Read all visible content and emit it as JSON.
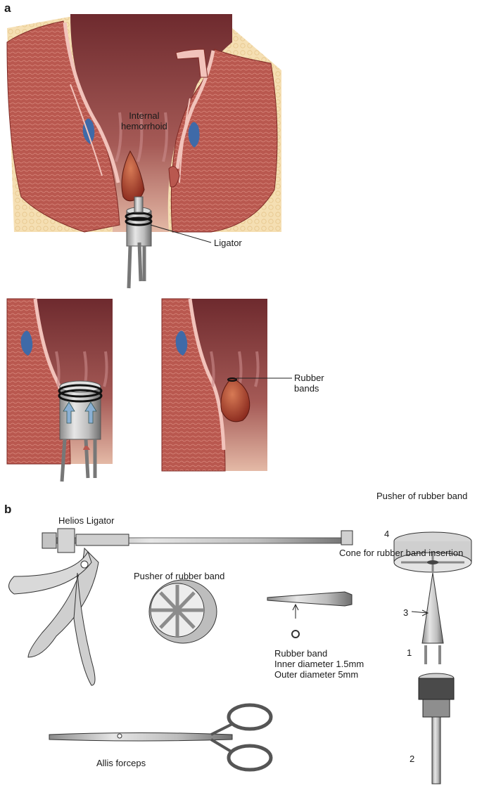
{
  "panel_a": {
    "letter": "a",
    "internal_hemorrhoid_line1": "Internal",
    "internal_hemorrhoid_line2": "hemorrhoid",
    "ligator": "Ligator",
    "rubber_bands_line1": "Rubber",
    "rubber_bands_line2": "bands"
  },
  "panel_b": {
    "letter": "b",
    "helios_ligator": "Helios Ligator",
    "pusher_center": "Pusher of rubber band",
    "pusher_right": "Pusher of rubber band",
    "cone": "Cone for rubber band insertion",
    "rubber_band_line1": "Rubber band",
    "rubber_band_line2": "Inner diameter 1.5mm",
    "rubber_band_line3": "Outer diameter 5mm",
    "allis_forceps": "Allis forceps",
    "num_4": "4",
    "num_3": "3",
    "num_1": "1",
    "num_2": "2"
  },
  "colors": {
    "tissue": "#b9584f",
    "tissue_dark": "#7e2a25",
    "fat": "#f3d9a8",
    "lumen": "#8a3a3a",
    "vein": "#3f6aa8",
    "metal": "#c9c9c9",
    "metal_dark": "#6f6f6f",
    "arrow": "#8ab0d4"
  }
}
